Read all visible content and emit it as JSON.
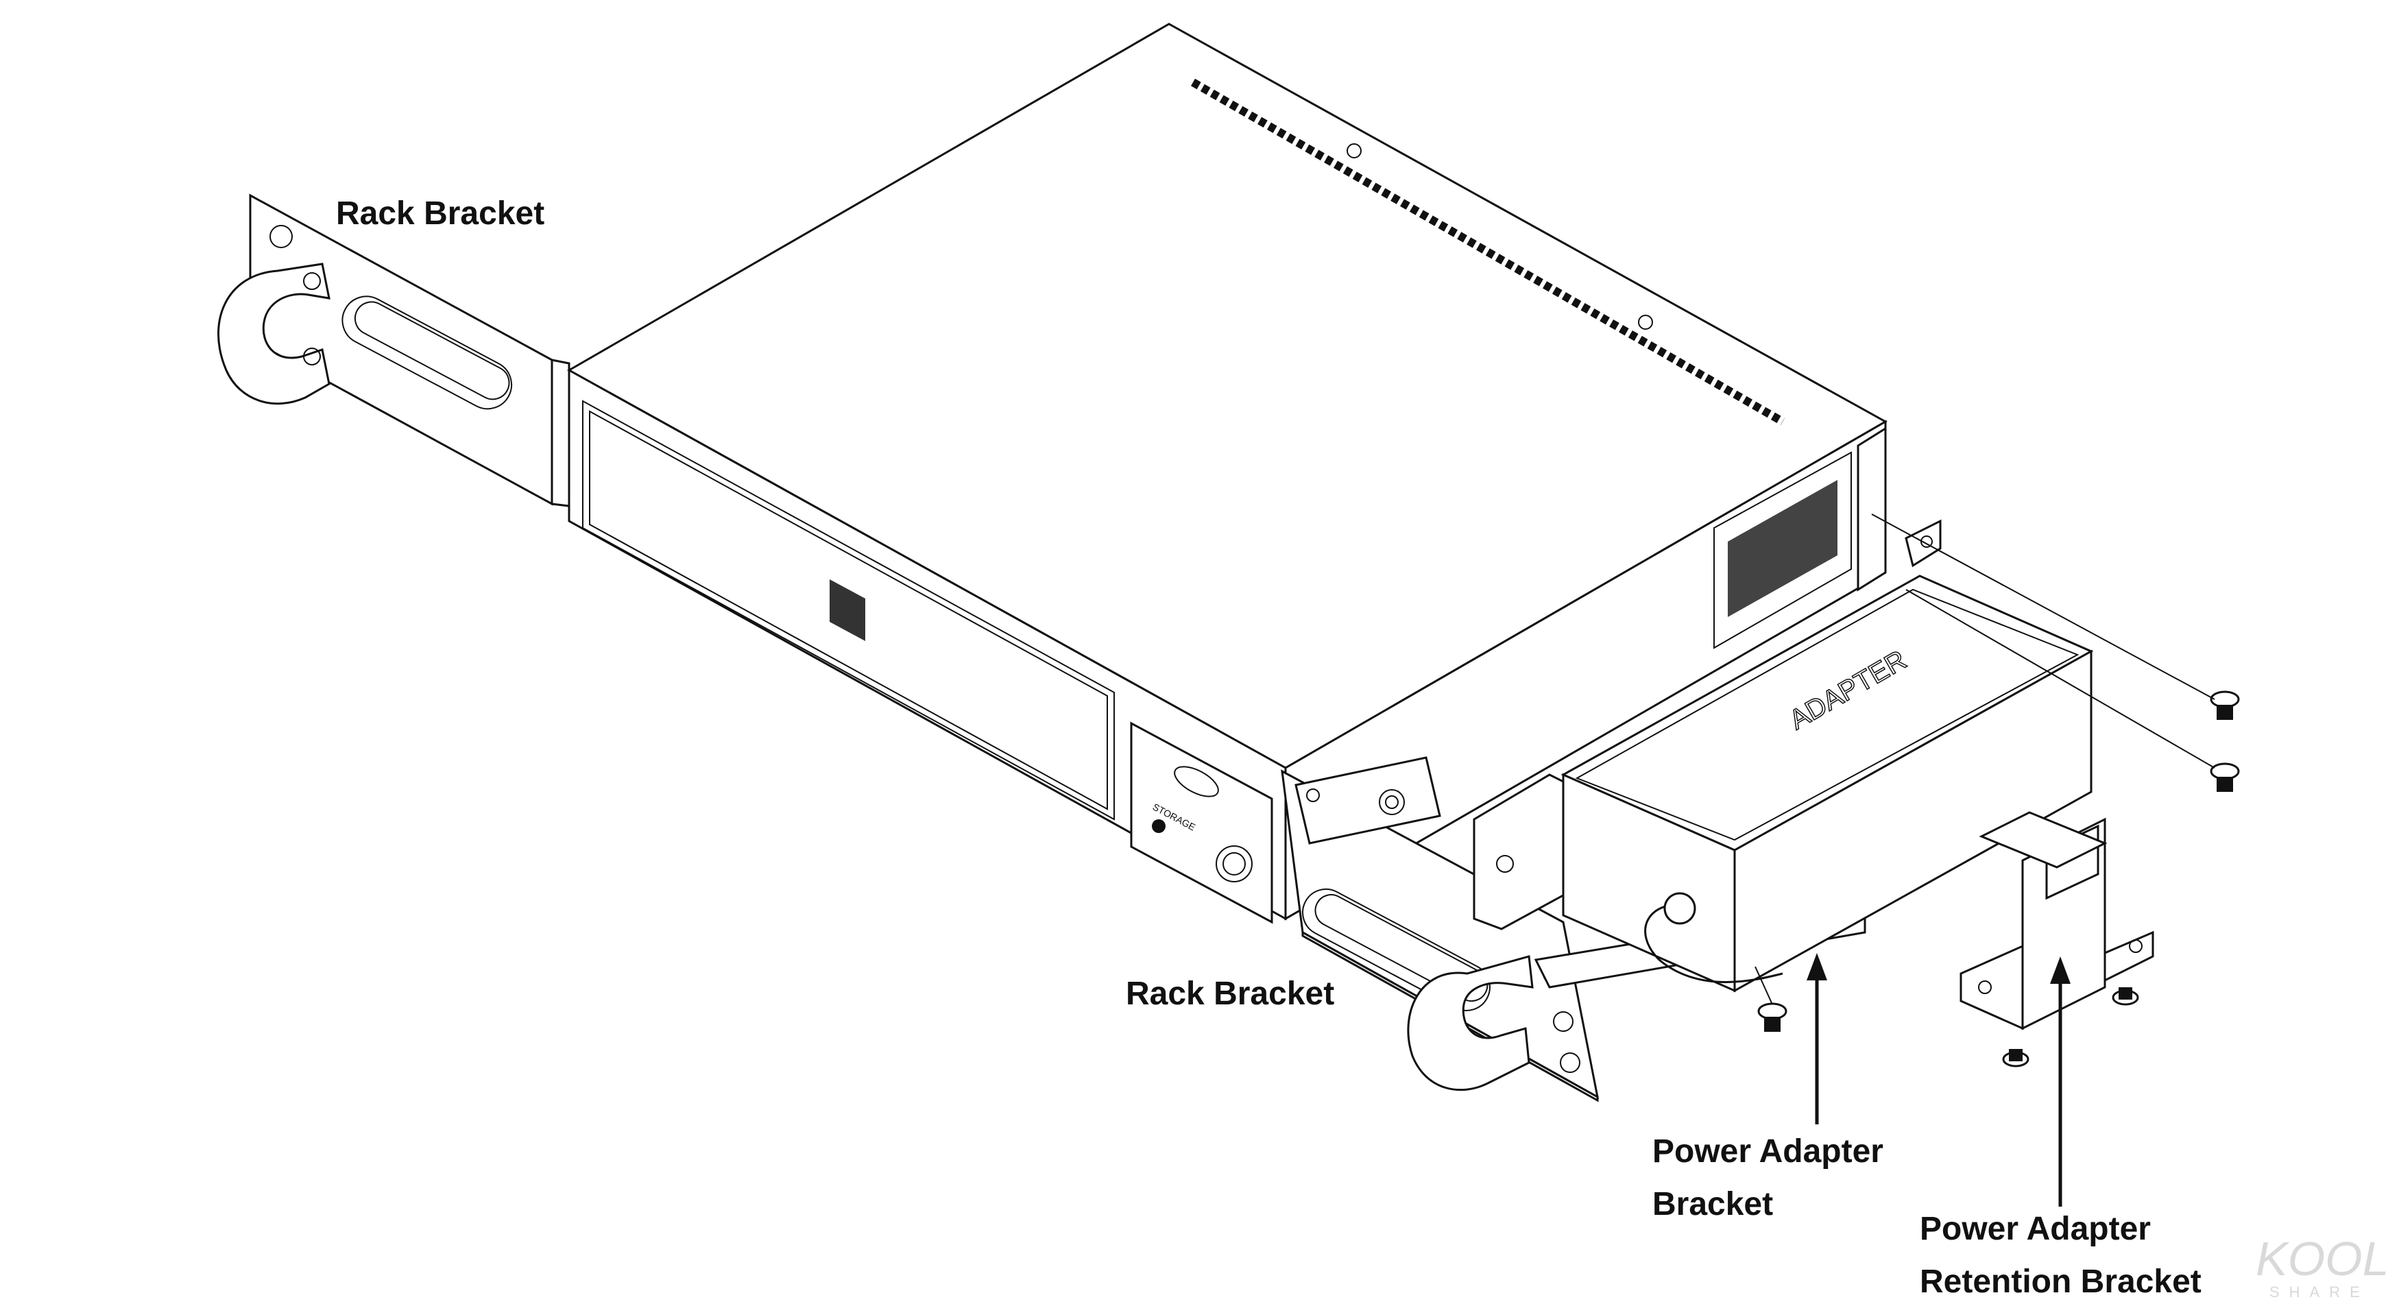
{
  "labels": {
    "rack_bracket_left": "Rack Bracket",
    "rack_bracket_front": "Rack Bracket",
    "power_adapter_bracket_line1": "Power Adapter",
    "power_adapter_bracket_line2": "Bracket",
    "retention_bracket_line1": "Power Adapter",
    "retention_bracket_line2": "Retention Bracket",
    "adapter_text": "ADAPTER"
  },
  "watermark": {
    "brand": "KOOL",
    "sub": "SHARE"
  },
  "colors": {
    "ink": "#111111",
    "paper": "#ffffff",
    "watermark": "#d9d9d9"
  }
}
